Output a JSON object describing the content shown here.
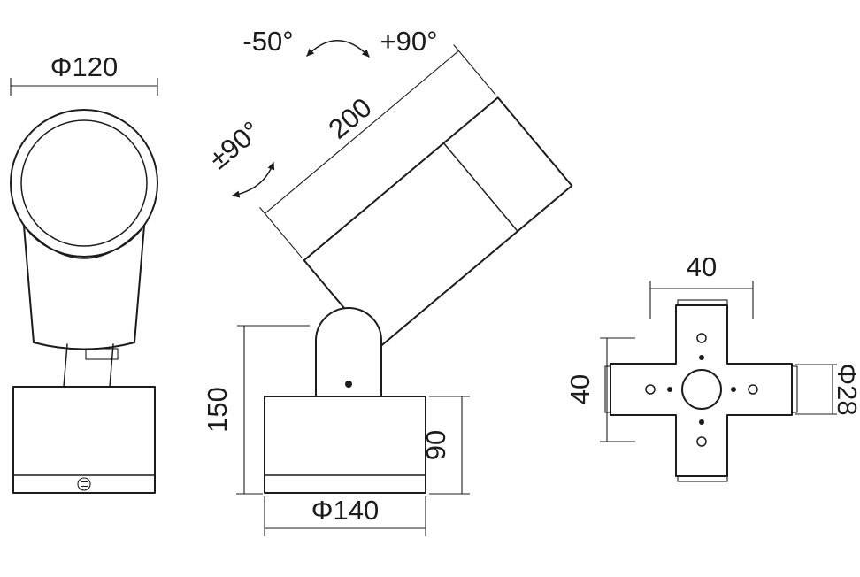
{
  "colors": {
    "line": "#1c1c1c",
    "background": "#ffffff"
  },
  "front_view": {
    "diameter": "Φ120"
  },
  "side_view": {
    "tilt_min": "-50°",
    "tilt_max": "+90°",
    "swivel": "±90°",
    "head_length": "200",
    "height": "150",
    "base_height": "90",
    "base_diameter": "Φ140"
  },
  "mount_view": {
    "hole_spacing_top": "40",
    "hole_spacing_left": "40",
    "center_hole": "Φ28"
  }
}
